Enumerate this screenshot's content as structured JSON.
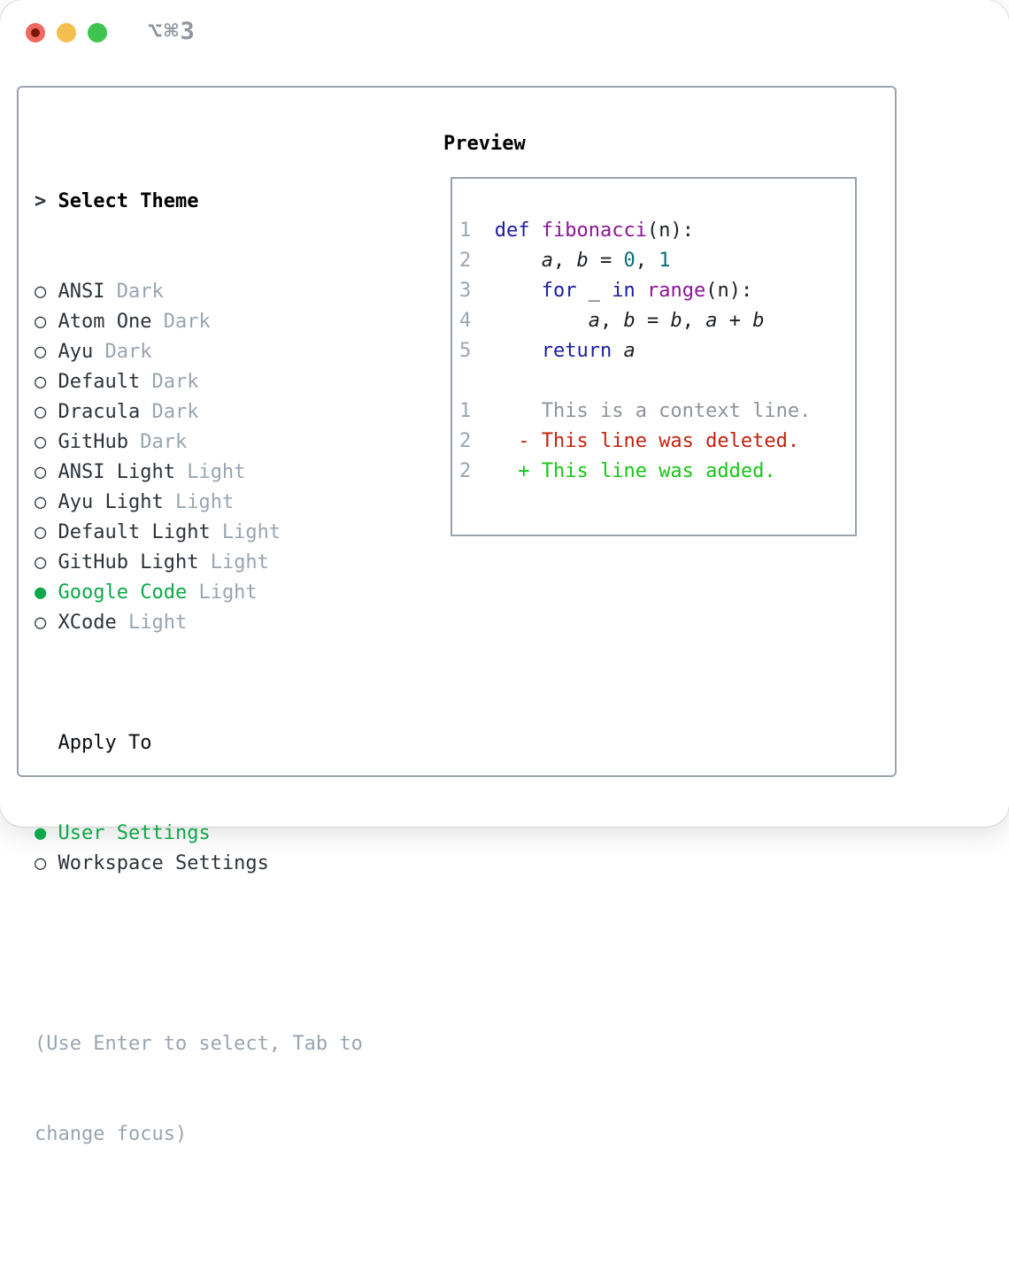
{
  "window": {
    "title": "⌥⌘3",
    "traffic_lights": [
      "close",
      "minimize",
      "zoom"
    ]
  },
  "colors": {
    "text": "#2d333b",
    "muted": "#9aa5b1",
    "accent_green": "#0ca84a",
    "border": "#9aa3ad",
    "title_gray": "#8f969e",
    "syntax_keyword": "#1c1ca0",
    "syntax_type": "#8b1696",
    "syntax_literal": "#0a6e73",
    "syntax_plain": "#1b1f23",
    "line_number": "#9aa5b1",
    "diff_context": "#8c939b",
    "diff_deleted": "#c4220e",
    "diff_added": "#18c618",
    "traffic_red": "#ee6a5e",
    "traffic_red_dot": "#7d1408",
    "traffic_yellow": "#f5bf4f",
    "traffic_green": "#3fc451"
  },
  "selector": {
    "header_cursor": ">",
    "header": "Select Theme",
    "marker_unselected": "○",
    "marker_selected": "●",
    "themes": [
      {
        "name": "ANSI",
        "variant": "Dark",
        "selected": false
      },
      {
        "name": "Atom One",
        "variant": "Dark",
        "selected": false
      },
      {
        "name": "Ayu",
        "variant": "Dark",
        "selected": false
      },
      {
        "name": "Default",
        "variant": "Dark",
        "selected": false
      },
      {
        "name": "Dracula",
        "variant": "Dark",
        "selected": false
      },
      {
        "name": "GitHub",
        "variant": "Dark",
        "selected": false
      },
      {
        "name": "ANSI Light",
        "variant": "Light",
        "selected": false
      },
      {
        "name": "Ayu Light",
        "variant": "Light",
        "selected": false
      },
      {
        "name": "Default Light",
        "variant": "Light",
        "selected": false
      },
      {
        "name": "GitHub Light",
        "variant": "Light",
        "selected": false
      },
      {
        "name": "Google Code",
        "variant": "Light",
        "selected": true
      },
      {
        "name": "XCode",
        "variant": "Light",
        "selected": false
      }
    ],
    "apply_to": {
      "header": "Apply To",
      "options": [
        {
          "label": "User Settings",
          "selected": true
        },
        {
          "label": "Workspace Settings",
          "selected": false
        }
      ]
    },
    "help_lines": [
      "(Use Enter to select, Tab to",
      "change focus)"
    ]
  },
  "preview": {
    "header": "Preview",
    "code_lines": [
      {
        "num": "1",
        "segs": [
          [
            "def",
            "kwd"
          ],
          [
            " ",
            "pln"
          ],
          [
            "fibonacci",
            "typ"
          ],
          [
            "(n):",
            "pln"
          ]
        ]
      },
      {
        "num": "2",
        "segs": [
          [
            "    ",
            "pln"
          ],
          [
            "a",
            "var"
          ],
          [
            ", ",
            "pln"
          ],
          [
            "b",
            "var"
          ],
          [
            " = ",
            "pln"
          ],
          [
            "0",
            "lit"
          ],
          [
            ", ",
            "pln"
          ],
          [
            "1",
            "lit"
          ]
        ]
      },
      {
        "num": "3",
        "segs": [
          [
            "    ",
            "pln"
          ],
          [
            "for",
            "kwd"
          ],
          [
            " _ ",
            "pln"
          ],
          [
            "in",
            "kwd"
          ],
          [
            " ",
            "pln"
          ],
          [
            "range",
            "typ"
          ],
          [
            "(n):",
            "pln"
          ]
        ]
      },
      {
        "num": "4",
        "segs": [
          [
            "        ",
            "pln"
          ],
          [
            "a",
            "var"
          ],
          [
            ", ",
            "pln"
          ],
          [
            "b",
            "var"
          ],
          [
            " = ",
            "pln"
          ],
          [
            "b",
            "var"
          ],
          [
            ", ",
            "pln"
          ],
          [
            "a",
            "var"
          ],
          [
            " + ",
            "pln"
          ],
          [
            "b",
            "var"
          ]
        ]
      },
      {
        "num": "5",
        "segs": [
          [
            "    ",
            "pln"
          ],
          [
            "return",
            "kwd"
          ],
          [
            " ",
            "pln"
          ],
          [
            "a",
            "var"
          ]
        ]
      }
    ],
    "diff_lines": [
      {
        "num": "1",
        "segs": [
          [
            "    This is a context line.",
            "ctx"
          ]
        ]
      },
      {
        "num": "2",
        "segs": [
          [
            "  ",
            "pln"
          ],
          [
            "- This line was deleted.",
            "del"
          ]
        ]
      },
      {
        "num": "2",
        "segs": [
          [
            "  ",
            "pln"
          ],
          [
            "+ This line was added.",
            "add"
          ]
        ]
      }
    ]
  }
}
